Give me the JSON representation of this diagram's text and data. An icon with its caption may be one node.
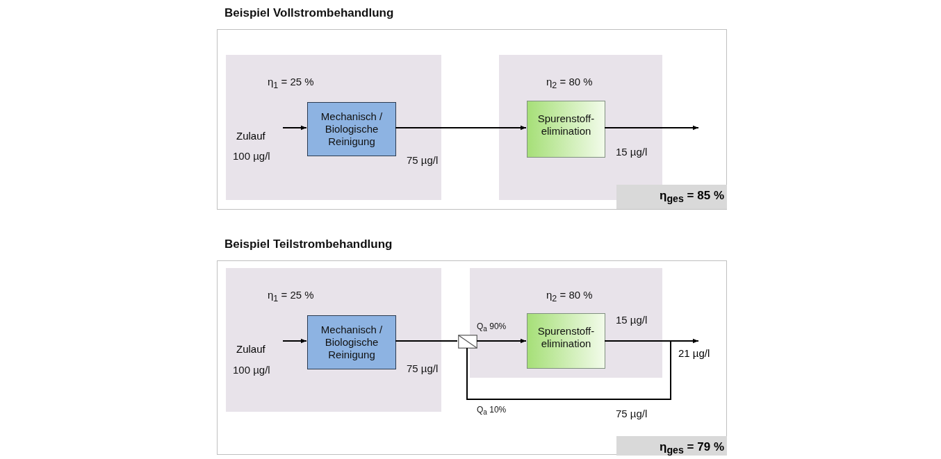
{
  "diagram": {
    "nodes": [
      {
        "text": [
          "Beispiel Vollstrombehandlung"
        ]
      },
      {
        "text": [
          "η$_{1}$ = 25 %"
        ],
        "in": 0
      },
      {
        "text": [
          "Mechanisch / Biologische Reinigung"
        ],
        "in": 1
      },
      {
        "text": [
          "η$_{2}$ = 80 %"
        ],
        "in": 0
      },
      {
        "text": [
          "Spurenstoff- elimination"
        ],
        "in": 3
      },
      {
        "text": [
          "Zulauf"
        ],
        "in": 1
      },
      {
        "text": [
          "η$_{ges}$ = 85 %"
        ],
        "in": 0
      },
      {
        "text": [
          "Beispiel Teilstrombehandlung"
        ]
      },
      {
        "text": [
          "η$_{1}$ = 25 %"
        ],
        "in": 7
      },
      {
        "text": [
          "Mechanisch / Biologische Reinigung"
        ],
        "in": 8
      },
      {
        "text": [
          "η$_{2}$ = 80 %"
        ],
        "in": 7
      },
      {
        "text": [
          "Spurenstoff- elimination"
        ],
        "in": 10
      },
      {
        "text": [
          "Zulauf"
        ],
        "in": 8
      },
      {
        "text": [],
        "shape": "box",
        "in": 7
      },
      {
        "text": [
          "η$_{ges}$ = 79 %"
        ],
        "in": 7
      },
      {
        "text": [
          "21 µg/l"
        ],
        "in": 7
      }
    ],
    "edges": [
      {
        "from": 5,
        "to": 2,
        "arrow": "to"
      },
      {
        "from": 2,
        "to": 4,
        "arrow": "to"
      },
      {
        "from": 4,
        "to": null,
        "arrow": "to"
      },
      {
        "from": 12,
        "to": 9,
        "arrow": "to"
      },
      {
        "from": 9,
        "to": 13,
        "arrow": "none"
      },
      {
        "from": 13,
        "to": 11,
        "arrow": "to",
        "label": "Q$_{a}$ 90%"
      },
      {
        "from": 11,
        "to": 15,
        "arrow": "to"
      },
      {
        "from": 13,
        "to": 15,
        "arrow": "none",
        "label": "Q$_{a}$ 10%"
      }
    ],
    "labels": [
      "100 µg/l",
      "75 µg/l",
      "15 µg/l",
      "100 µg/l",
      "75 µg/l",
      "15 µg/l",
      "75 µg/l"
    ]
  }
}
